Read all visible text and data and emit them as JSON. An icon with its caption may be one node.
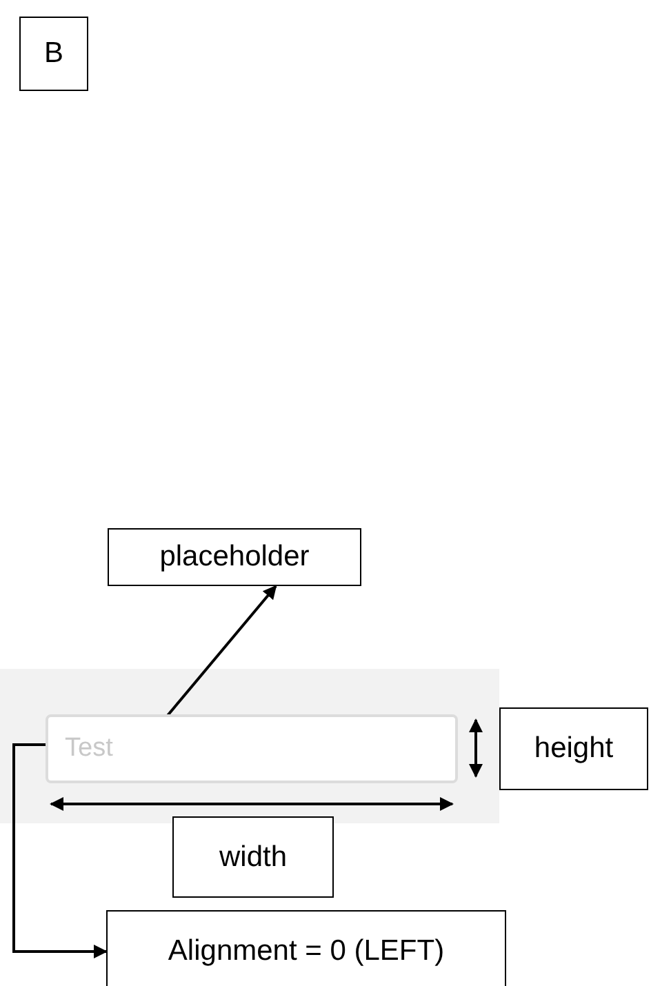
{
  "diagram": {
    "nodes": [
      {
        "text": [
          "B"
        ]
      },
      {
        "text": [
          "placeholder"
        ]
      },
      {
        "text": [
          "Test"
        ]
      },
      {
        "text": [
          "height"
        ]
      },
      {
        "text": [
          "width"
        ]
      },
      {
        "text": [
          "Alignment = 0 (LEFT)"
        ]
      }
    ],
    "edges": [
      {
        "from": 2,
        "to": 1,
        "arrow": "to"
      },
      {
        "from": 2,
        "to": 5,
        "arrow": "to"
      }
    ]
  }
}
